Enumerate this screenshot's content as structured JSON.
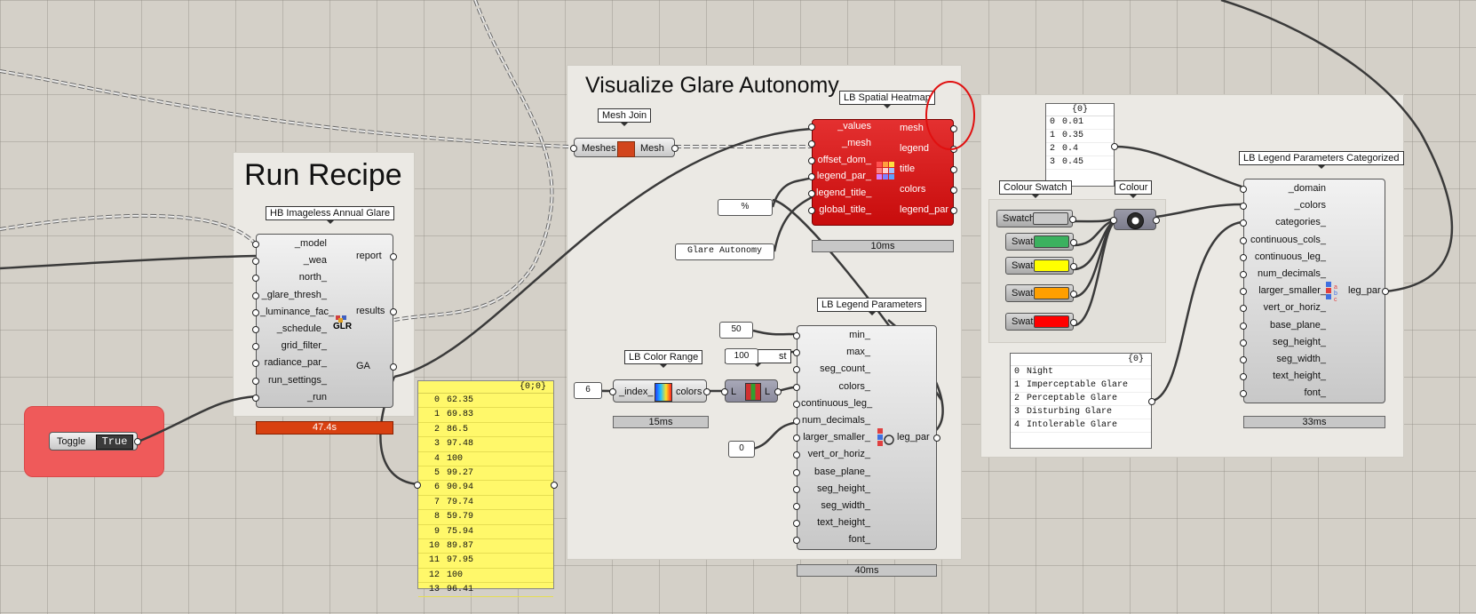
{
  "groups": {
    "run_recipe": {
      "title": "Run Recipe"
    },
    "visualize": {
      "title": "Visualize Glare Autonomy"
    }
  },
  "toggle": {
    "label": "Toggle",
    "value": "True"
  },
  "hb_glare": {
    "label": "HB Imageless Annual Glare",
    "inputs": [
      "_model",
      "_wea",
      "north_",
      "_glare_thresh_",
      "_luminance_fac_",
      "_schedule_",
      "grid_filter_",
      "radiance_par_",
      "run_settings_",
      "_run"
    ],
    "outputs": [
      "report",
      "results",
      "GA"
    ],
    "icon_text": "GLR",
    "timer": "47.4s"
  },
  "ga_panel": {
    "header": "{0;0}",
    "rows": [
      {
        "i": "0",
        "v": "62.35"
      },
      {
        "i": "1",
        "v": "69.83"
      },
      {
        "i": "2",
        "v": "86.5"
      },
      {
        "i": "3",
        "v": "97.48"
      },
      {
        "i": "4",
        "v": "100"
      },
      {
        "i": "5",
        "v": "99.27"
      },
      {
        "i": "6",
        "v": "90.94"
      },
      {
        "i": "7",
        "v": "79.74"
      },
      {
        "i": "8",
        "v": "59.79"
      },
      {
        "i": "9",
        "v": "75.94"
      },
      {
        "i": "10",
        "v": "89.87"
      },
      {
        "i": "11",
        "v": "97.95"
      },
      {
        "i": "12",
        "v": "100"
      },
      {
        "i": "13",
        "v": "96.41"
      }
    ]
  },
  "mesh_join": {
    "label": "Mesh Join",
    "input": "Meshes",
    "output": "Mesh"
  },
  "heatmap": {
    "label": "LB Spatial Heatmap",
    "inputs": [
      "_values",
      "_mesh",
      "offset_dom_",
      "legend_par_",
      "legend_title_",
      "global_title_"
    ],
    "outputs": [
      "mesh",
      "legend",
      "title",
      "colors",
      "legend_par"
    ],
    "timer": "10ms",
    "annotation_color": "#e01010"
  },
  "params": {
    "percent": "%",
    "glare_title": "Glare Autonomy",
    "index": "6",
    "min": "50",
    "max": "100",
    "decimals": "0"
  },
  "color_range": {
    "label": "LB Color Range",
    "inputs": [
      "_index_"
    ],
    "outputs": [
      "colors"
    ],
    "timer": "15ms"
  },
  "list_item": {
    "inputs": [
      "L"
    ],
    "outputs": [
      "L"
    ],
    "hidden_label": "st"
  },
  "legend_params": {
    "label": "LB Legend Parameters",
    "inputs": [
      "min_",
      "max_",
      "seg_count_",
      "colors_",
      "continuous_leg_",
      "num_decimals_",
      "larger_smaller_",
      "vert_or_horiz_",
      "base_plane_",
      "seg_height_",
      "seg_width_",
      "text_height_",
      "font_"
    ],
    "outputs": [
      "leg_par"
    ],
    "timer": "40ms"
  },
  "domain_panel": {
    "header": "{0}",
    "rows": [
      {
        "i": "0",
        "v": "0.01"
      },
      {
        "i": "1",
        "v": "0.35"
      },
      {
        "i": "2",
        "v": "0.4"
      },
      {
        "i": "3",
        "v": "0.45"
      }
    ]
  },
  "colour_swatch_group": {
    "label": "Colour Swatch"
  },
  "swatches": [
    {
      "label": "Swatch",
      "color": "#c9c9c9"
    },
    {
      "label": "Swatch",
      "color": "#3bb15f"
    },
    {
      "label": "Swatch",
      "color": "#ffff00"
    },
    {
      "label": "Swatch",
      "color": "#ff9f00"
    },
    {
      "label": "Swatch",
      "color": "#ff0000"
    }
  ],
  "colour": {
    "label": "Colour"
  },
  "categories_panel": {
    "header": "{0}",
    "rows": [
      {
        "i": "0",
        "v": "Night"
      },
      {
        "i": "1",
        "v": "Imperceptable Glare"
      },
      {
        "i": "2",
        "v": "Perceptable Glare"
      },
      {
        "i": "3",
        "v": "Disturbing Glare"
      },
      {
        "i": "4",
        "v": "Intolerable Glare"
      }
    ]
  },
  "legend_cat": {
    "label": "LB Legend Parameters Categorized",
    "inputs": [
      "_domain",
      "_colors",
      "categories_",
      "continuous_cols_",
      "continuous_leg_",
      "num_decimals_",
      "larger_smaller_",
      "vert_or_horiz_",
      "base_plane_",
      "seg_height_",
      "seg_width_",
      "text_height_",
      "font_"
    ],
    "outputs": [
      "leg_par"
    ],
    "timer": "33ms"
  },
  "colors": {
    "canvas": "#d4d0c8",
    "group": "#ebe9e4",
    "toggle_group": "#ef5a5a",
    "panel_yellow": "#fff86a",
    "heatmap_red": "#d81818"
  }
}
